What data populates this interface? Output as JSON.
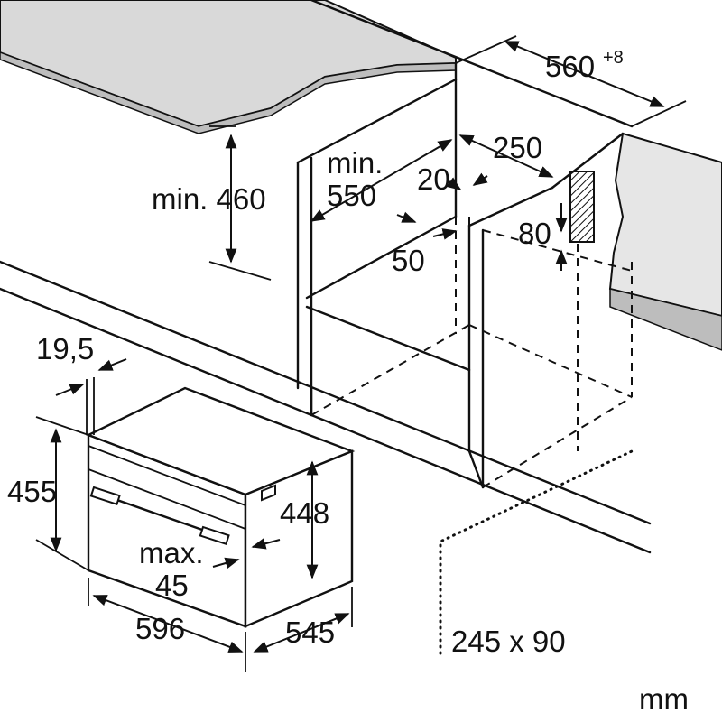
{
  "units": "mm",
  "dimensions": {
    "width_oven_niche": "560",
    "width_oven_niche_tolerance": "+8",
    "rear_depth": "250",
    "min_label": "min.",
    "min_depth": "550",
    "gap_top": "20",
    "gap_side": "50",
    "vent_height": "80",
    "min_height_label": "min. 460",
    "front_offset": "19,5",
    "oven_height": "455",
    "inner_height": "448",
    "max_label": "max.",
    "max_value": "45",
    "oven_width": "596",
    "oven_depth": "545",
    "vent_opening": "245 x 90"
  },
  "colors": {
    "countertop_fill": "#d9d9d9",
    "countertop_edge": "#bdbdbd",
    "line": "#111111"
  }
}
